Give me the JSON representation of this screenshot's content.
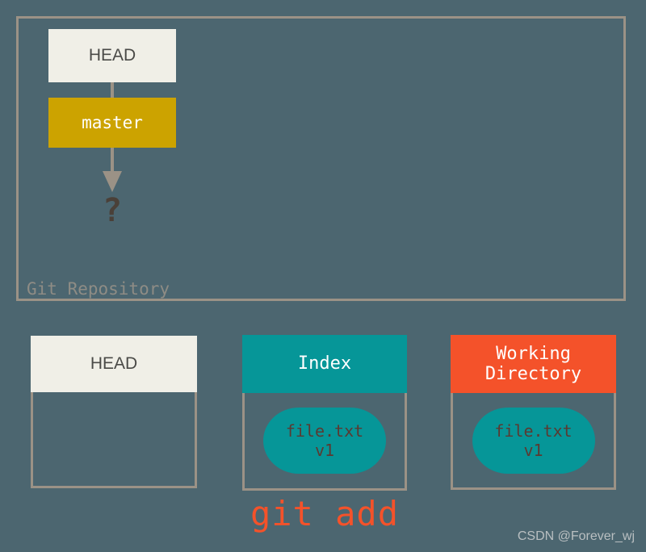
{
  "diagram": {
    "background_color": "#4c6670",
    "repository": {
      "label": "Git Repository",
      "border_color": "#9b9286",
      "nodes": [
        {
          "id": "head-ref",
          "label": "HEAD",
          "fill": "#f0efe7",
          "text_color": "#4a4a47"
        },
        {
          "id": "master-branch",
          "label": "master",
          "fill": "#cca300",
          "text_color": "#ffffff"
        },
        {
          "id": "unknown-commit",
          "label": "?",
          "fill": "none",
          "text_color": "#4a4038"
        }
      ],
      "connectors": [
        {
          "from": "head-ref",
          "to": "master-branch",
          "style": "line",
          "color": "#9b9286"
        },
        {
          "from": "master-branch",
          "to": "unknown-commit",
          "style": "arrow",
          "color": "#9b9286"
        }
      ]
    },
    "areas": [
      {
        "id": "head",
        "title": "HEAD",
        "header_fill": "#f0efe7",
        "header_text_color": "#4a4a47",
        "contents": []
      },
      {
        "id": "index",
        "title": "Index",
        "header_fill": "#069698",
        "header_text_color": "#ffffff",
        "contents": [
          {
            "name": "file.txt",
            "version": "v1",
            "fill": "#069698",
            "text_color": "#5a3a32"
          }
        ]
      },
      {
        "id": "working-directory",
        "title": "Working\nDirectory",
        "header_fill": "#f4522a",
        "header_text_color": "#ffffff",
        "contents": [
          {
            "name": "file.txt",
            "version": "v1",
            "fill": "#069698",
            "text_color": "#5a3a32"
          }
        ]
      }
    ],
    "caption": {
      "command": "git add",
      "color": "#f4522a"
    },
    "watermark": "CSDN @Forever_wj"
  }
}
